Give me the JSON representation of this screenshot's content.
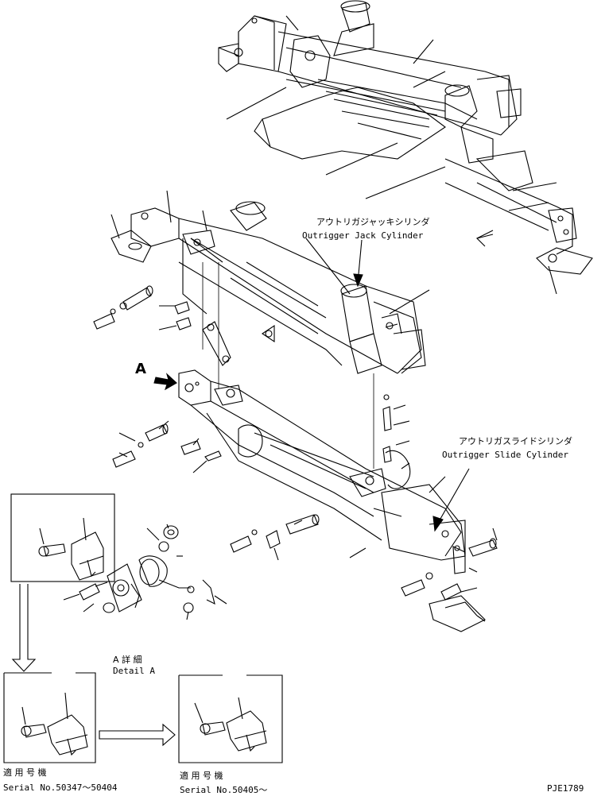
{
  "labels": {
    "jack_cylinder_jp": "アウトリガジャッキシリンダ",
    "jack_cylinder_en": "Outrigger Jack Cylinder",
    "slide_cylinder_jp": "アウトリガスライドシリンダ",
    "slide_cylinder_en": "Outrigger Slide Cylinder",
    "view_marker": "A",
    "detail_jp": "A 詳 細",
    "detail_en": "Detail A",
    "applicable_left_jp": "適 用 号 機",
    "serial_left": "Serial No.50347～50404",
    "applicable_right_jp": "適 用 号 機",
    "serial_right": "Serial No.50405～",
    "drawing_number": "PJE1789"
  }
}
